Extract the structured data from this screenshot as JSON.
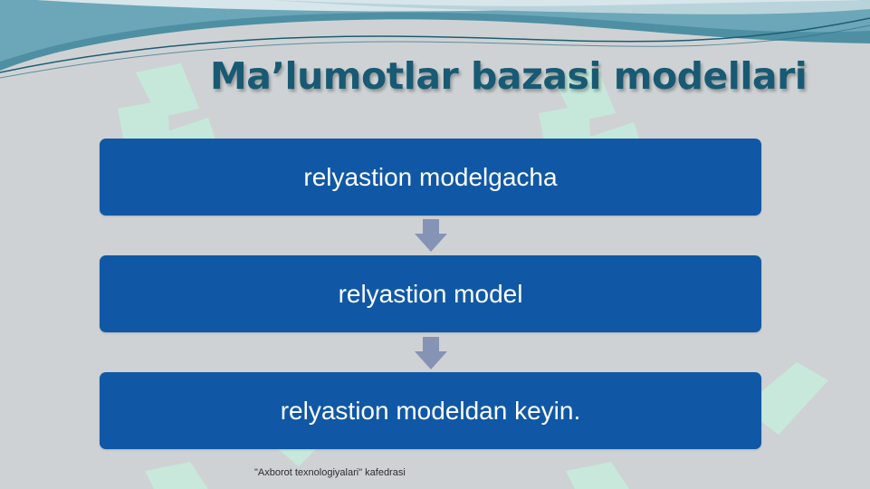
{
  "slide": {
    "title": "Ma’lumotlar bazasi modellari",
    "footer": "\"Axborot texnologiyalari\" kafedrasi"
  },
  "diagram": {
    "steps": [
      {
        "label": "relyastion modelgacha"
      },
      {
        "label": "relyastion model"
      },
      {
        "label": "relyastion modeldan keyin."
      }
    ]
  },
  "colors": {
    "background": "#cfd2d4",
    "title": "#185a73",
    "box": "#1058a5",
    "box_text": "#ffffff",
    "arrow": "#8593b5",
    "header_wave": "#4e8fa3",
    "watermark": "#c5ecdc"
  }
}
